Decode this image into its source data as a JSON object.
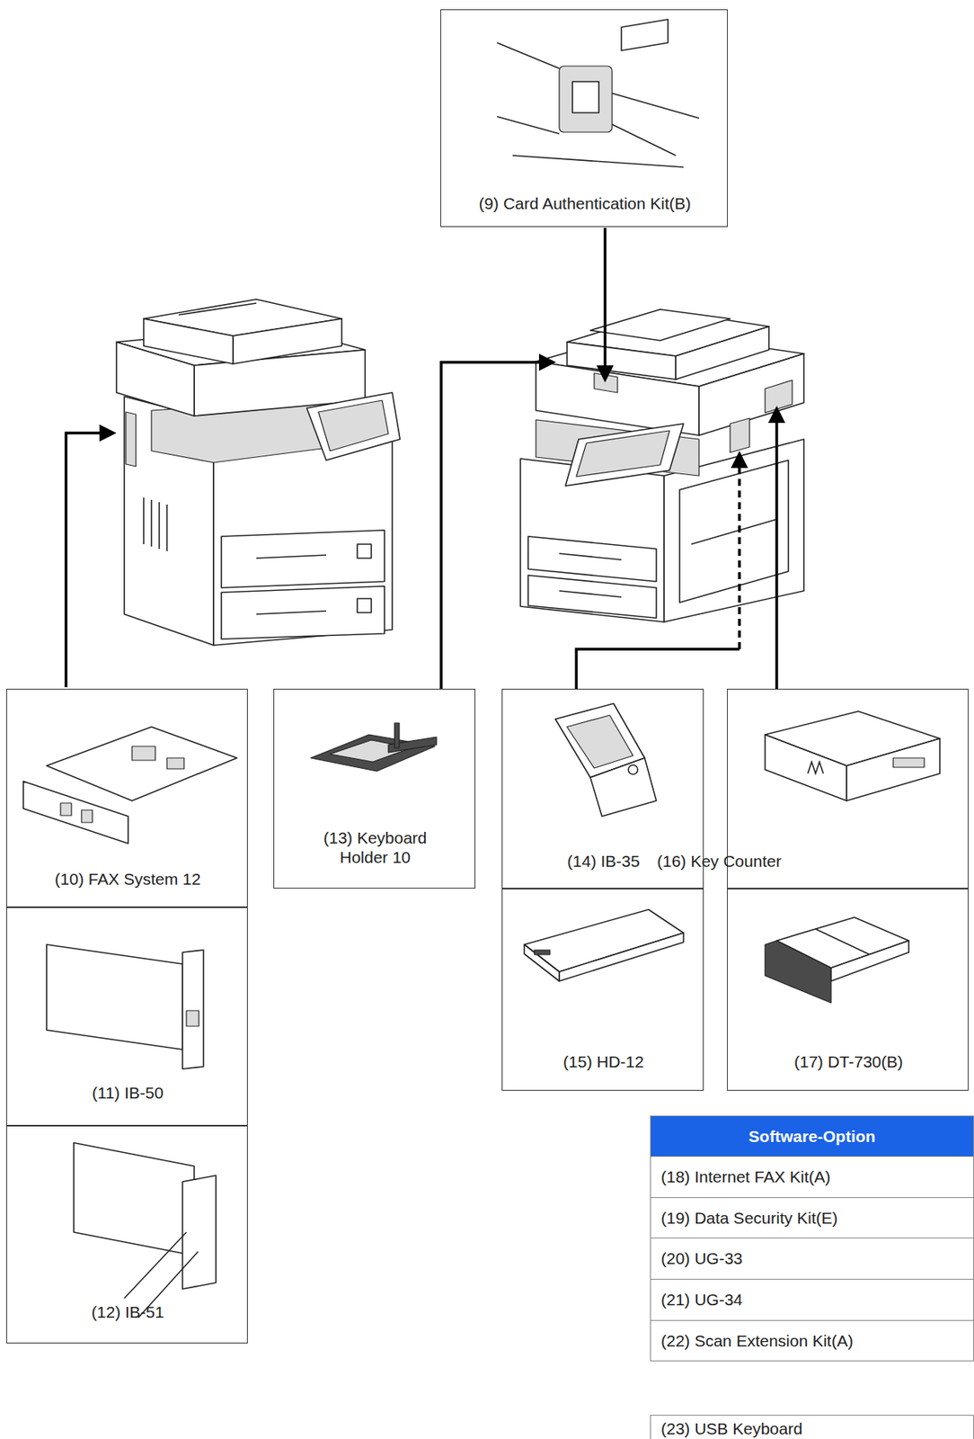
{
  "diagram": {
    "nodes": [
      {
        "text": [
          "(9) Card Authentication Kit(B)"
        ]
      },
      {
        "text": [
          "(10) FAX System 12"
        ]
      },
      {
        "text": [
          "(11) IB-50"
        ]
      },
      {
        "text": [
          "(12) IB-51"
        ]
      },
      {
        "text": [
          "(13) Keyboard Holder 10"
        ]
      },
      {
        "text": [
          "(14) IB-35"
        ]
      },
      {
        "text": [
          "(15) HD-12"
        ]
      },
      {
        "text": [
          "(16) Key Counter"
        ]
      },
      {
        "text": [
          "(17) DT-730(B)"
        ]
      }
    ],
    "labels": [
      "Software-Option",
      "(18) Internet FAX Kit(A)",
      "(19) Data Security Kit(E)",
      "(20) UG-33",
      "(21) UG-34",
      "(22) Scan Extension Kit(A)",
      "(23) USB Keyboard"
    ]
  }
}
